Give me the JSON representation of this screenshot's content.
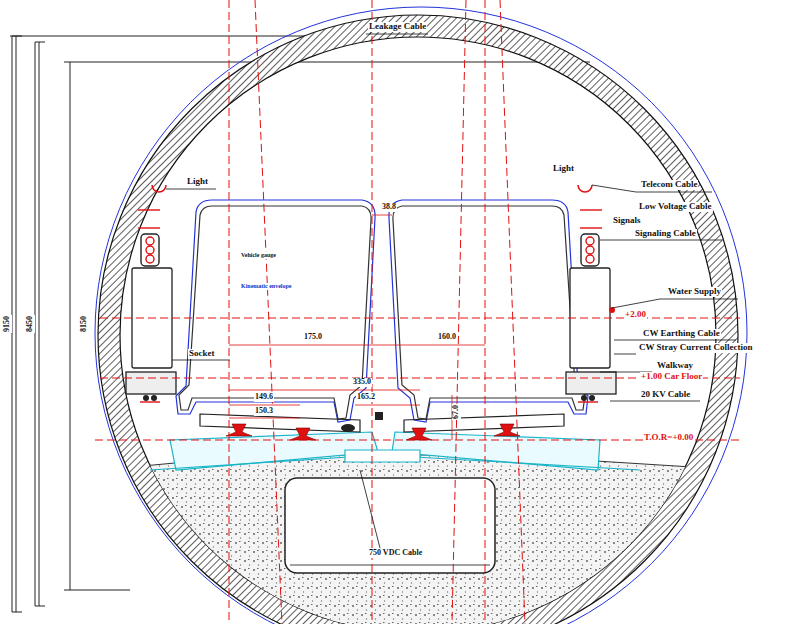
{
  "diagram": {
    "labels": [
      "Leakage Cable",
      "Light",
      "Light",
      "Telecom Cable",
      "Low Voltage Cable",
      "Signals",
      "Signaling Cable",
      "Water Supply",
      "+2.00",
      "CW Earthing Cable",
      "CW Stray Current Collection",
      "Walkway",
      "+1.00 Car Floor",
      "20 KV Cable",
      "T.O.R=+0.00",
      "Socket",
      "175.0",
      "160.0",
      "38.8",
      "335.0",
      "149.6",
      "150.3",
      "165.2",
      "67.0",
      "Vehicle gauge",
      "Kinematic envelope",
      "750 VDC Cable",
      "9150",
      "8450",
      "8150"
    ]
  }
}
